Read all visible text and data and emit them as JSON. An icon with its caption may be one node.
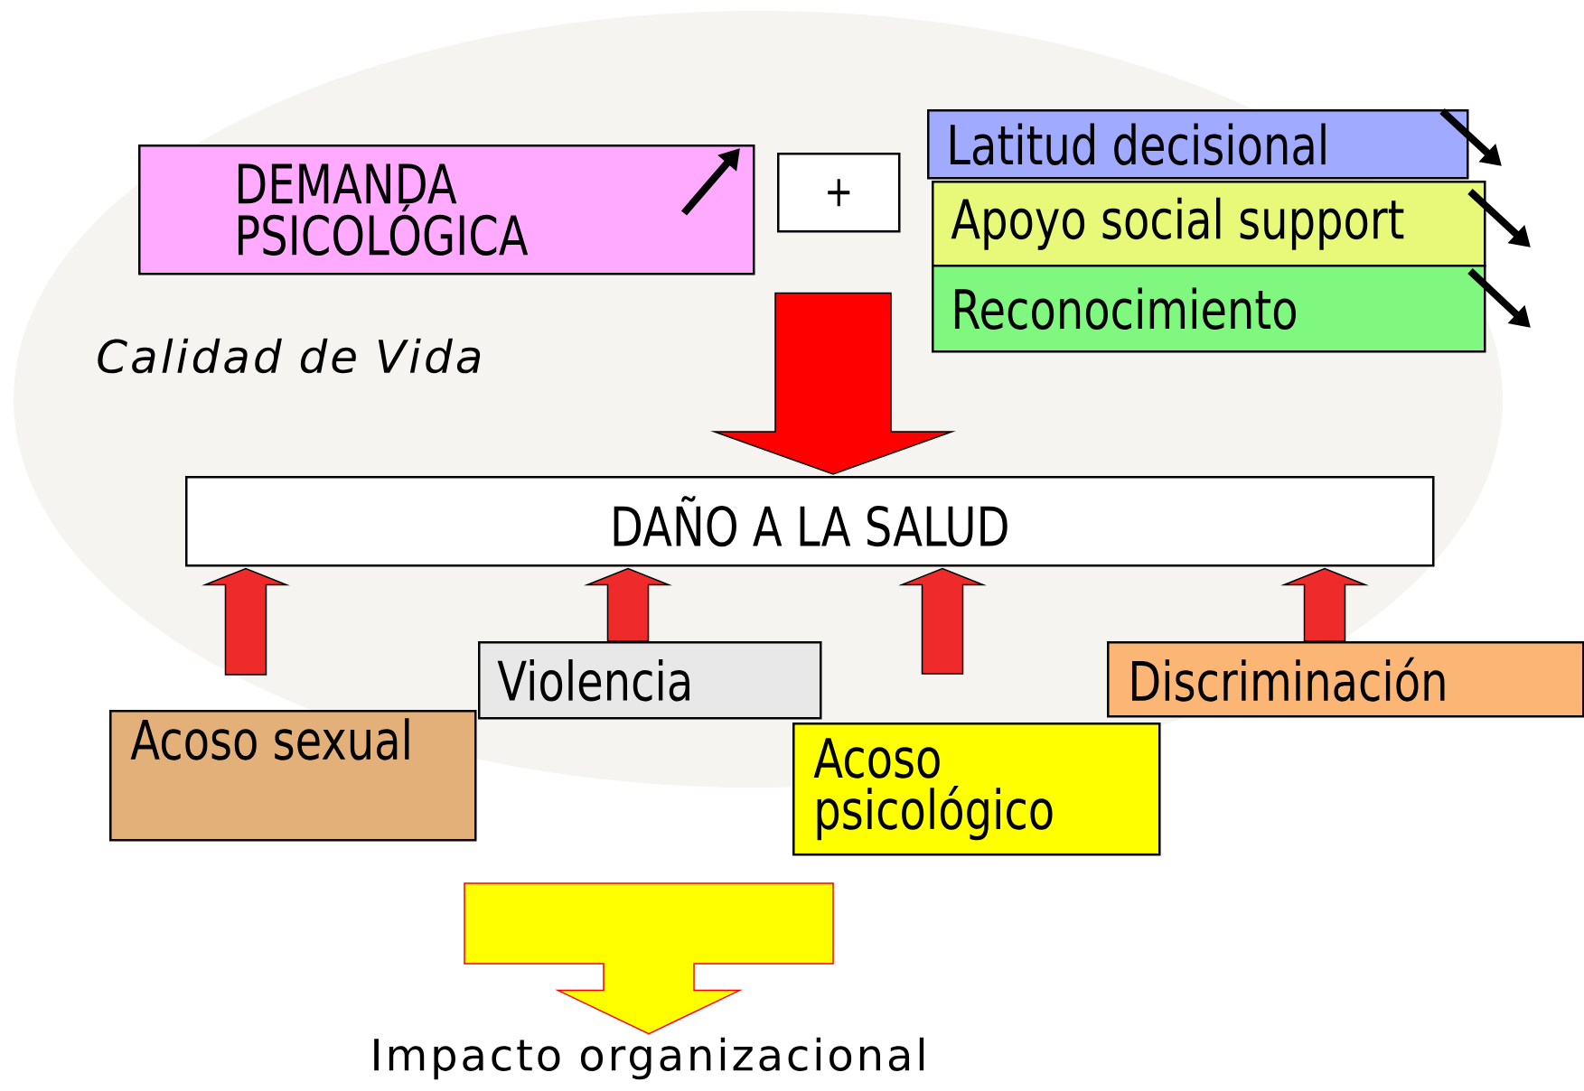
{
  "diagram": {
    "nodes": [
      {
        "text": [
          "DEMANDA PSICOLÓGICA"
        ]
      },
      {
        "text": [
          "+"
        ]
      },
      {
        "text": [
          "Latitud decisional"
        ]
      },
      {
        "text": [
          "Apoyo social support"
        ]
      },
      {
        "text": [
          "Reconocimiento"
        ]
      },
      {
        "text": [
          "DAÑO A LA SALUD"
        ]
      },
      {
        "text": [
          "Violencia"
        ]
      },
      {
        "text": [
          "Acoso sexual"
        ]
      },
      {
        "text": [
          "Acoso psicológico"
        ]
      },
      {
        "text": [
          "Discriminación"
        ]
      },
      {
        "text": [
          "Impacto organizacional"
        ]
      }
    ],
    "edges": [
      {
        "from": 1,
        "to": 5,
        "arrow": "to"
      },
      {
        "from": 7,
        "to": 5,
        "arrow": "to"
      },
      {
        "from": 6,
        "to": 5,
        "arrow": "to"
      },
      {
        "from": 8,
        "to": 5,
        "arrow": "to"
      },
      {
        "from": 9,
        "to": 5,
        "arrow": "to"
      },
      {
        "from": null,
        "to": 10,
        "arrow": "to",
        "color": "#ffff00"
      }
    ],
    "labels": [
      "Calidad de Vida"
    ]
  }
}
